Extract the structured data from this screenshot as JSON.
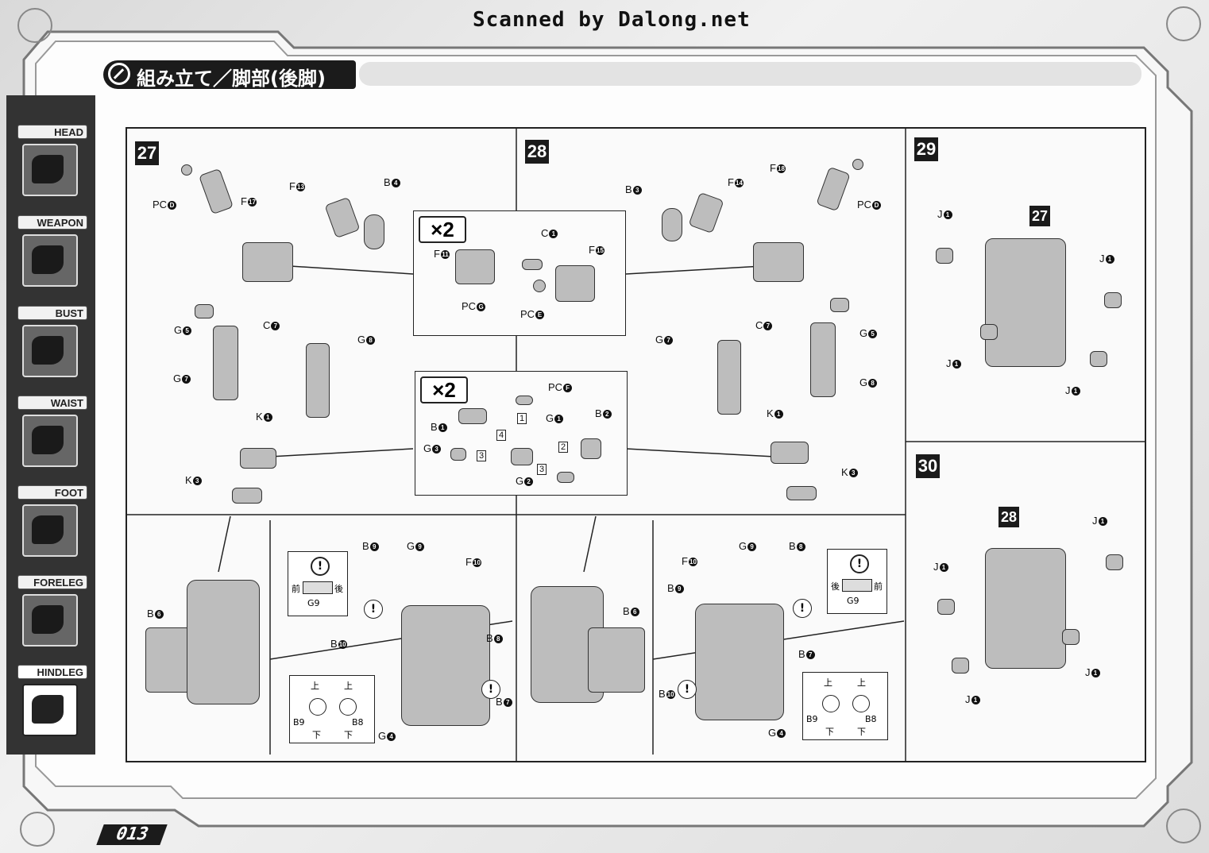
{
  "watermark": "Scanned by Dalong.net",
  "page_title": "組み立て／脚部(後脚)",
  "page_number": "013",
  "sidebar": {
    "tabs": [
      {
        "label": "HEAD",
        "active": false
      },
      {
        "label": "WEAPON",
        "active": false
      },
      {
        "label": "BUST",
        "active": false
      },
      {
        "label": "WAIST",
        "active": false
      },
      {
        "label": "FOOT",
        "active": false
      },
      {
        "label": "FORELEG",
        "active": false
      },
      {
        "label": "HINDLEG",
        "active": true
      }
    ]
  },
  "steps": {
    "s27": "27",
    "s28": "28",
    "s29": "29",
    "s30": "30",
    "ref27": "27",
    "ref28": "28",
    "x2_top": "×2",
    "x2_bottom": "×2"
  },
  "labels": {
    "s27": {
      "pcd": "PC",
      "pcd_n": "D",
      "f17": "F",
      "f17_n": "17",
      "f13": "F",
      "f13_n": "13",
      "b4": "B",
      "b4_n": "4",
      "g5": "G",
      "g5_n": "5",
      "c7": "C",
      "c7_n": "7",
      "g8": "G",
      "g8_n": "8",
      "g7": "G",
      "g7_n": "7",
      "k1": "K",
      "k1_n": "1",
      "k3": "K",
      "k3_n": "3"
    },
    "x2a": {
      "c1": "C",
      "c1_n": "1",
      "f11": "F",
      "f11_n": "11",
      "f15": "F",
      "f15_n": "15",
      "pcg": "PC",
      "pcg_n": "G",
      "pce": "PC",
      "pce_n": "E"
    },
    "x2b": {
      "pcf": "PC",
      "pcf_n": "F",
      "b1": "B",
      "b1_n": "1",
      "g1": "G",
      "g1_n": "1",
      "b2": "B",
      "b2_n": "2",
      "g3": "G",
      "g3_n": "3",
      "g2": "G",
      "g2_n": "2",
      "n1": "1",
      "n2": "2",
      "n3": "3",
      "n3b": "3",
      "n4": "4"
    },
    "s28": {
      "b3": "B",
      "b3_n": "3",
      "f14": "F",
      "f14_n": "14",
      "f18": "F",
      "f18_n": "18",
      "pcd": "PC",
      "pcd_n": "D",
      "g7": "G",
      "g7_n": "7",
      "c7": "C",
      "c7_n": "7",
      "g5": "G",
      "g5_n": "5",
      "g8": "G",
      "g8_n": "8",
      "k1": "K",
      "k1_n": "1",
      "k3": "K",
      "k3_n": "3"
    },
    "s29": {
      "j1a": "J",
      "j1a_n": "1",
      "j1b": "J",
      "j1b_n": "1",
      "j1c": "J",
      "j1c_n": "1",
      "j1d": "J",
      "j1d_n": "1"
    },
    "s30": {
      "j1a": "J",
      "j1a_n": "1",
      "j1b": "J",
      "j1b_n": "1",
      "j1c": "J",
      "j1c_n": "1",
      "j1d": "J",
      "j1d_n": "1"
    },
    "bl": {
      "b6": "B",
      "b6_n": "6",
      "b9": "B",
      "b9_n": "9",
      "g9": "G",
      "g9_n": "9",
      "f10": "F",
      "f10_n": "10",
      "b8": "B",
      "b8_n": "8",
      "b10": "B",
      "b10_n": "10",
      "b7": "B",
      "b7_n": "7",
      "g4": "G",
      "g4_n": "4"
    },
    "br": {
      "f10": "F",
      "f10_n": "10",
      "g9": "G",
      "g9_n": "9",
      "b8": "B",
      "b8_n": "8",
      "b9": "B",
      "b9_n": "9",
      "b6": "B",
      "b6_n": "6",
      "b7": "B",
      "b7_n": "7",
      "b10": "B",
      "b10_n": "10",
      "g4": "G",
      "g4_n": "4"
    }
  },
  "notes": {
    "front": "前",
    "back": "後",
    "g9": "G",
    "g9_n": "9",
    "up": "上",
    "down": "下",
    "b9": "B",
    "b9_n": "9",
    "b8": "B",
    "b8_n": "8",
    "exclaim": "!"
  }
}
